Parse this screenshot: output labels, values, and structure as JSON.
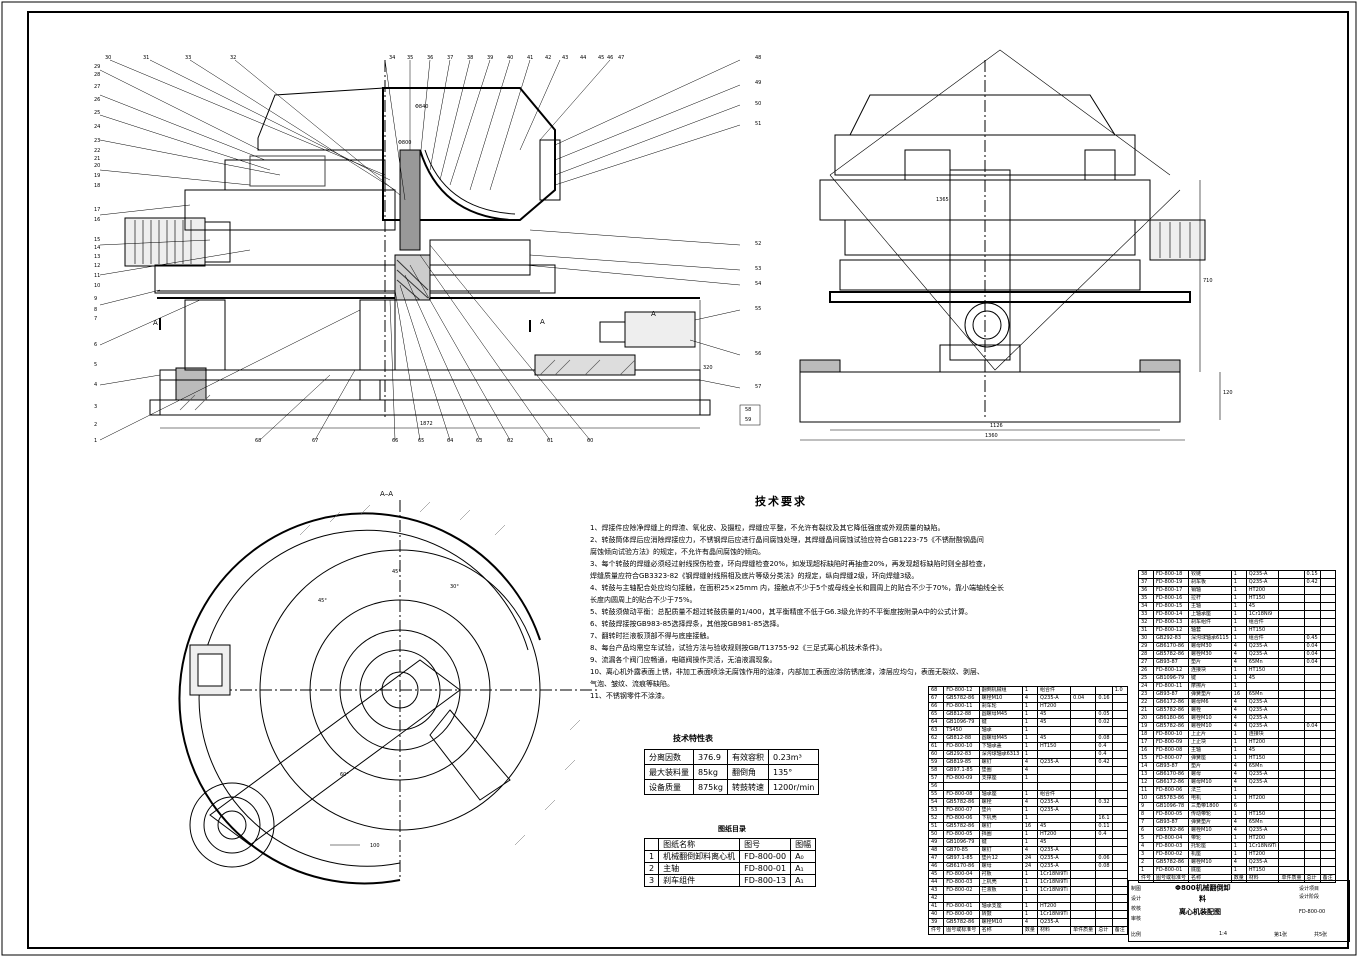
{
  "drawing": {
    "section_label": "A–A",
    "section_mark": "A",
    "requirements_title": "技术要求",
    "requirements": [
      "1、焊接件应除净焊缝上的焊渣、氧化皮、及摄粒，焊缝应平整，不允许有裂纹及其它降低强度或外观质量的缺陷。",
      "2、转鼓筒体焊后应消除焊接应力，不锈钢焊后应进行晶间腐蚀处理，其焊缝晶间腐蚀试验应符合GB1223-75《不锈耐酸钢晶间",
      "腐蚀倾向试验方法》的规定，不允许有晶间腐蚀的倾向。",
      "3、每个转鼓的焊缝必须经过射线探伤检查，环向焊缝检查20%，如发现超标缺陷时再抽查20%，再发现超标缺陷时则全部检查，",
      "焊缝质量应符合GB3323-82《钢焊缝射线照相及底片等级分类法》的规定，纵向焊缝2级，环向焊缝3级。",
      "4、转鼓与主轴配合处应均匀接触，在面积25×25mm 内，接触点不少于5个或母线全长和圆周上的贴合不少于70%，靠小端轴线全长",
      "长度内圆周上的贴合不少于75%。",
      "5、转鼓须做动平衡：总配质量不超过转鼓质量的1/400，其平衡精度不低于G6.3级允许的不平衡度按附录A中的公式计算。",
      "6、转鼓焊接按GB983-85选择焊条，其他按GB981-85选择。",
      "7、翻转时拦液板顶部不得与底座接触。",
      "8、每台产品均需空车试验，试验方法与验收规则按GB/T13755-92《三足式离心机技术条件》。",
      "9、流漏各个阀门应畅通，电磁阀操作灵活，无油液漏现象。",
      "10、离心机外露表面上锈，非加工表面喷涂无腐蚀作用的油漆，内部加工表面应涂防锈底漆，漆层应均匀，表面无裂纹、剥层、",
      "气泡、皱纹、流痕等缺陷。",
      "11、不锈钢零件不涂漆。"
    ],
    "spec_title": "技术特性表",
    "spec": [
      [
        "分离因数",
        "376.9",
        "有效容积",
        "0.23m³"
      ],
      [
        "最大装料量",
        "85kg",
        "翻倒角",
        "135°"
      ],
      [
        "设备质量",
        "875kg",
        "转鼓转速",
        "1200r/min"
      ]
    ],
    "dir_title": "图纸目录",
    "dir_head": [
      "",
      "图纸名称",
      "图号",
      "图幅"
    ],
    "dir_rows": [
      [
        "1",
        "机械翻倒卸料离心机",
        "FD-800-00",
        "A₀"
      ],
      [
        "2",
        "主轴",
        "FD-800-01",
        "A₁"
      ],
      [
        "3",
        "刹车组件",
        "FD-800-13",
        "A₁"
      ]
    ],
    "title_block": {
      "name_line1": "Φ800机械翻倒卸",
      "name_line2": "料",
      "name_line3": "离心机装配图",
      "drawing_no": "FD-800-00",
      "scale_label": "比例",
      "scale": "1:4",
      "sheet": "第1张",
      "sheets": "共5张",
      "roles": [
        "制图",
        "设计",
        "校核",
        "审核"
      ],
      "project": "设计项目",
      "stage": "设计阶段"
    },
    "dims": {
      "width_front": "1872",
      "width_side_inner": "1126",
      "width_side_outer": "1360",
      "height_side": "710",
      "height_side2": "120",
      "height_front": "320",
      "diam1": "Φ840",
      "diam2": "Φ800",
      "side_radius": "1365",
      "ring_dim": "100"
    },
    "bom_left_head": [
      "件号",
      "图号或标准号",
      "名称",
      "数量",
      "材料",
      "单件质量",
      "总计",
      "备注"
    ],
    "bom_left": [
      [
        "68",
        "FD-800-12",
        "翻倒机械组",
        "1",
        "组合件",
        "",
        "",
        "1.0"
      ],
      [
        "67",
        "GB5782-86",
        "螺栓M10",
        "4",
        "Q235-A",
        "0.04",
        "0.16",
        ""
      ],
      [
        "66",
        "FD-800-11",
        "刹车轮",
        "1",
        "HT200",
        "",
        "",
        ""
      ],
      [
        "65",
        "GB812-88",
        "圆螺母M45",
        "1",
        "45",
        "",
        "0.05",
        ""
      ],
      [
        "64",
        "GB1096-79",
        "键",
        "1",
        "45",
        "",
        "0.02",
        ""
      ],
      [
        "63",
        "TS450",
        "轴承",
        "1",
        "",
        "",
        "",
        ""
      ],
      [
        "62",
        "GB812-88",
        "圆螺母M45",
        "1",
        "45",
        "",
        "0.08",
        ""
      ],
      [
        "61",
        "FD-800-10",
        "下轴承盖",
        "1",
        "HT150",
        "",
        "0.4",
        ""
      ],
      [
        "60",
        "GB292-83",
        "深沟球轴承6313",
        "1",
        "",
        "",
        "0.4",
        ""
      ],
      [
        "59",
        "GB819-85",
        "螺钉",
        "4",
        "Q235-A",
        "",
        "0.42",
        ""
      ],
      [
        "58",
        "GB97.1-85",
        "垫圈",
        "4",
        "",
        "",
        "",
        ""
      ],
      [
        "57",
        "FD-800-09",
        "支撑座",
        "1",
        "",
        "",
        "",
        ""
      ],
      [
        "56",
        "",
        "",
        "",
        "",
        "",
        "",
        ""
      ],
      [
        "55",
        "FD-800-08",
        "轴承座",
        "1",
        "组合件",
        "",
        "",
        ""
      ],
      [
        "54",
        "GB5782-86",
        "螺栓",
        "4",
        "Q235-A",
        "",
        "0.32",
        ""
      ],
      [
        "53",
        "FD-800-07",
        "垫片",
        "1",
        "Q235-A",
        "",
        "",
        ""
      ],
      [
        "52",
        "FD-800-06",
        "下机壳",
        "1",
        "",
        "",
        "16.1",
        ""
      ],
      [
        "51",
        "GB5782-86",
        "螺钉",
        "16",
        "45",
        "",
        "0.11",
        ""
      ],
      [
        "50",
        "FD-800-05",
        "挡圈",
        "1",
        "HT200",
        "",
        "0.4",
        ""
      ],
      [
        "49",
        "GB1096-79",
        "键",
        "1",
        "45",
        "",
        "",
        ""
      ],
      [
        "48",
        "GB70-85",
        "螺钉",
        "4",
        "Q235-A",
        "",
        "",
        ""
      ],
      [
        "47",
        "GB97.1-85",
        "垫片12",
        "24",
        "Q235-A",
        "",
        "0.06",
        ""
      ],
      [
        "46",
        "GB6170-86",
        "螺母",
        "24",
        "Q235-A",
        "",
        "0.08",
        ""
      ],
      [
        "45",
        "FD-800-04",
        "衬板",
        "1",
        "1Cr18Ni9Ti",
        "",
        "",
        ""
      ],
      [
        "44",
        "FD-800-03",
        "上机壳",
        "1",
        "1Cr18Ni9Ti",
        "",
        "",
        ""
      ],
      [
        "43",
        "FD-800-02",
        "拦液板",
        "1",
        "1Cr18Ni9Ti",
        "",
        "",
        ""
      ],
      [
        "42",
        "",
        "",
        "",
        "",
        "",
        "",
        ""
      ],
      [
        "41",
        "FD-800-01",
        "轴承支座",
        "1",
        "HT200",
        "",
        "",
        ""
      ],
      [
        "40",
        "FD-800-00",
        "转鼓",
        "1",
        "1Cr18Ni9Ti",
        "",
        "",
        ""
      ],
      [
        "39",
        "GB5782-86",
        "螺栓M10",
        "4",
        "Q235-A",
        "",
        "",
        ""
      ]
    ],
    "bom_right": [
      [
        "38",
        "FD-800-18",
        "铰链",
        "1",
        "Q235-A",
        "",
        "0.15",
        ""
      ],
      [
        "37",
        "FD-800-19",
        "刹车板",
        "1",
        "Q235-A",
        "",
        "0.42",
        ""
      ],
      [
        "36",
        "FD-800-17",
        "销轴",
        "1",
        "HT200",
        "",
        "",
        ""
      ],
      [
        "35",
        "FD-800-16",
        "拉杆",
        "1",
        "HT150",
        "",
        "",
        ""
      ],
      [
        "34",
        "FD-800-15",
        "主轴",
        "1",
        "45",
        "",
        "",
        ""
      ],
      [
        "33",
        "FD-800-14",
        "上轴承座",
        "1",
        "1Cr18Ni9",
        "",
        "",
        ""
      ],
      [
        "32",
        "FD-800-13",
        "刹车组件",
        "1",
        "组合件",
        "",
        "",
        ""
      ],
      [
        "31",
        "FD-800-12",
        "轴套",
        "1",
        "HT150",
        "",
        "",
        ""
      ],
      [
        "30",
        "GB292-83",
        "深沟球轴承6115",
        "1",
        "组合件",
        "",
        "0.45",
        ""
      ],
      [
        "29",
        "GB6170-86",
        "螺母M30",
        "4",
        "Q235-A",
        "",
        "0.04",
        ""
      ],
      [
        "28",
        "GB5782-86",
        "螺栓M30",
        "4",
        "Q235-A",
        "",
        "0.04",
        ""
      ],
      [
        "27",
        "GB93-87",
        "垫片",
        "4",
        "65Mn",
        "",
        "0.04",
        ""
      ],
      [
        "26",
        "FD-800-12",
        "连接块",
        "1",
        "HT150",
        "",
        "",
        ""
      ],
      [
        "25",
        "GB1096-79",
        "键",
        "1",
        "45",
        "",
        "",
        ""
      ],
      [
        "24",
        "FD-800-11",
        "摩擦片",
        "1",
        "",
        "",
        "",
        ""
      ],
      [
        "23",
        "GB93-87",
        "弹簧垫片",
        "16",
        "65Mn",
        "",
        "",
        ""
      ],
      [
        "22",
        "GB6172-86",
        "螺母M6",
        "4",
        "Q235-A",
        "",
        "",
        ""
      ],
      [
        "21",
        "GB5782-86",
        "螺栓",
        "4",
        "Q235-A",
        "",
        "",
        ""
      ],
      [
        "20",
        "GB6180-86",
        "螺栓M10",
        "4",
        "Q235-A",
        "",
        "",
        ""
      ],
      [
        "19",
        "GB5782-86",
        "螺栓M10",
        "4",
        "Q235-A",
        "",
        "0.04",
        ""
      ],
      [
        "18",
        "FD-800-10",
        "上止片",
        "1",
        "连接块",
        "",
        "",
        ""
      ],
      [
        "17",
        "FD-800-09",
        "上止块",
        "1",
        "HT200",
        "",
        "",
        ""
      ],
      [
        "16",
        "FD-800-08",
        "主轴",
        "1",
        "45",
        "",
        "",
        ""
      ],
      [
        "15",
        "FD-800-07",
        "弹簧座",
        "1",
        "HT150",
        "",
        "",
        ""
      ],
      [
        "14",
        "GB93-87",
        "垫片",
        "4",
        "65Mn",
        "",
        "",
        ""
      ],
      [
        "13",
        "GB6170-86",
        "螺母",
        "4",
        "Q235-A",
        "",
        "",
        ""
      ],
      [
        "12",
        "GB6172-86",
        "螺母M10",
        "4",
        "Q235-A",
        "",
        "",
        ""
      ],
      [
        "11",
        "FD-800-06",
        "法兰",
        "1",
        "",
        "",
        "",
        ""
      ],
      [
        "10",
        "GB5783-86",
        "电机",
        "1",
        "HT200",
        "",
        "",
        ""
      ],
      [
        "9",
        "GB1096-78",
        "三角带1800",
        "6",
        "",
        "",
        "",
        ""
      ],
      [
        "8",
        "FD-800-05",
        "传动带轮",
        "1",
        "HT150",
        "",
        "",
        ""
      ],
      [
        "7",
        "GB93-87",
        "弹簧垫片",
        "4",
        "65Mn",
        "",
        "",
        ""
      ],
      [
        "6",
        "GB5782-86",
        "螺栓M10",
        "4",
        "Q235-A",
        "",
        "",
        ""
      ],
      [
        "5",
        "FD-800-04",
        "带轮",
        "1",
        "HT200",
        "",
        "",
        ""
      ],
      [
        "4",
        "FD-800-03",
        "托轮座",
        "1",
        "1Cr18Ni9Ti",
        "",
        "",
        ""
      ],
      [
        "3",
        "FD-800-02",
        "机座",
        "1",
        "HT200",
        "",
        "",
        ""
      ],
      [
        "2",
        "GB5782-86",
        "螺栓M10",
        "4",
        "Q235-A",
        "",
        "",
        ""
      ],
      [
        "1",
        "FD-800-01",
        "底座",
        "1",
        "HT150",
        "",
        "",
        ""
      ]
    ],
    "leaders_top": [
      "30",
      "31",
      "33",
      "32",
      "34",
      "35",
      "36",
      "37",
      "38",
      "39",
      "40",
      "41",
      "42",
      "43",
      "44",
      "45",
      "46",
      "47",
      "48"
    ],
    "leaders_left": [
      "29",
      "28",
      "27",
      "26",
      "25",
      "24",
      "23",
      "22",
      "21",
      "20",
      "19",
      "18",
      "17",
      "16",
      "15",
      "14",
      "13",
      "12",
      "11",
      "10",
      "9",
      "8",
      "7",
      "6",
      "5",
      "4",
      "3",
      "2",
      "1"
    ],
    "leaders_bottom": [
      "68",
      "67",
      "66",
      "65",
      "64",
      "63",
      "62",
      "61",
      "60"
    ],
    "leaders_right": [
      "49",
      "50",
      "51",
      "52",
      "53",
      "54",
      "55",
      "56",
      "57",
      "58",
      "59"
    ],
    "angle_labels": [
      "45°",
      "45°",
      "60°",
      "30°"
    ]
  }
}
